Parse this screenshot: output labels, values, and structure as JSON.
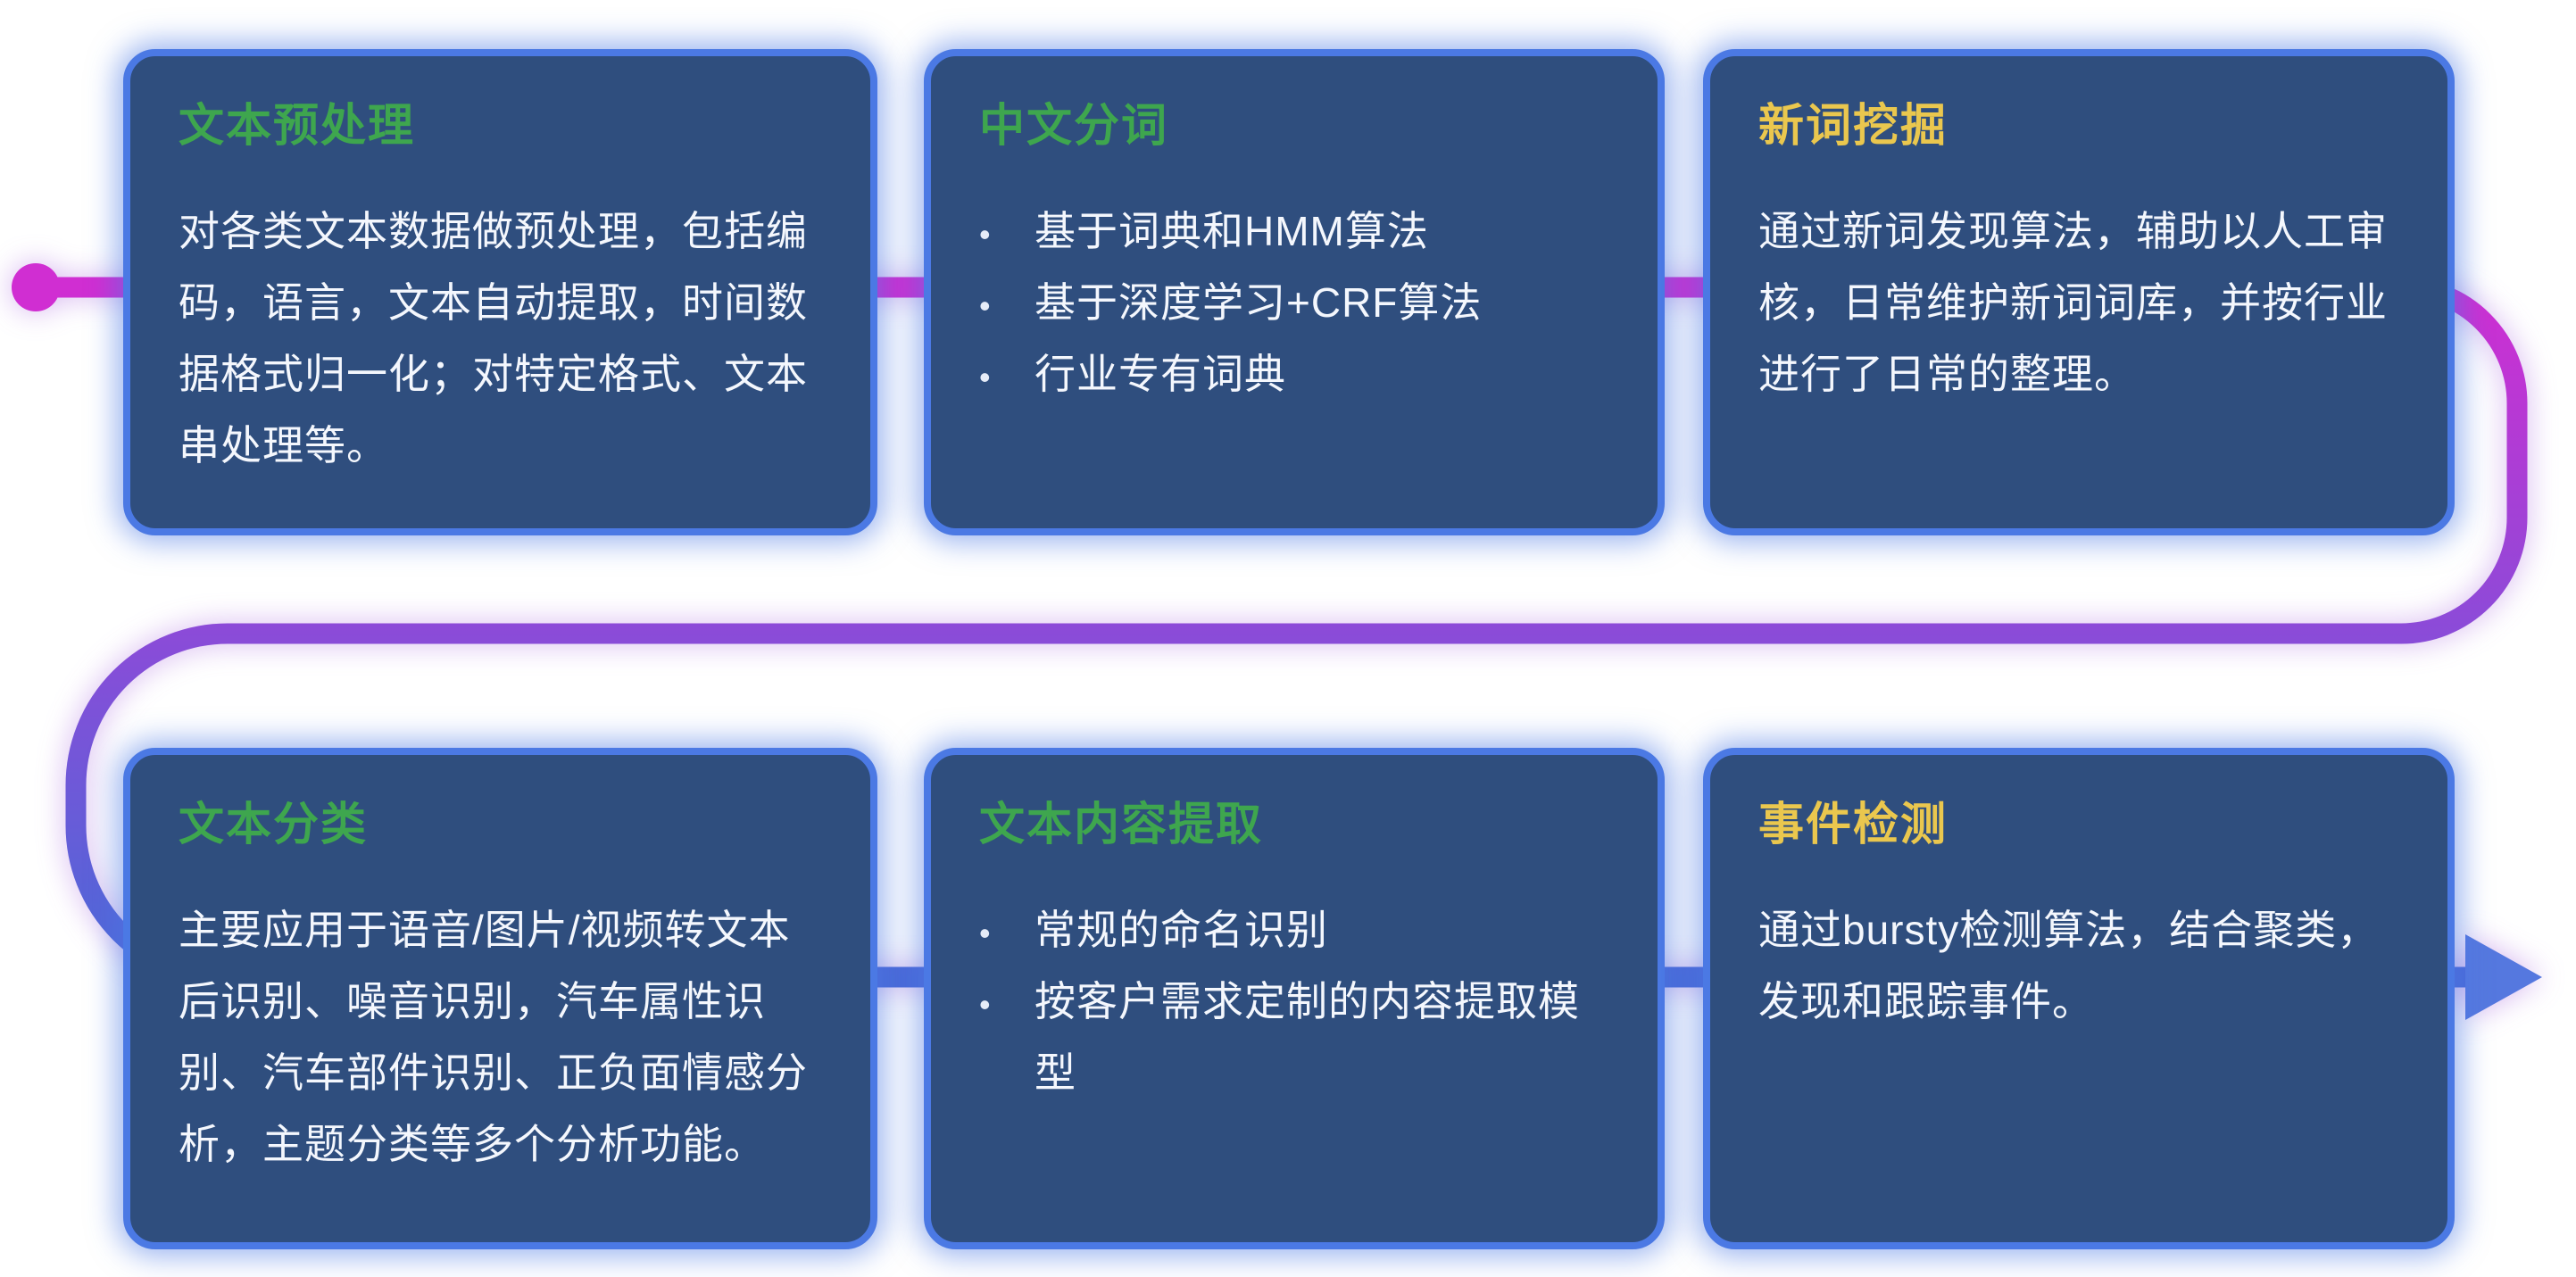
{
  "colors": {
    "card_bg": "#2f4e7e",
    "card_border": "#4b79e4",
    "title_green": "#3ea64e",
    "title_yellow": "#eac74e",
    "body_text": "#f4f7fd",
    "flow_magenta": "#d02ed2",
    "flow_purple": "#8b4bd8",
    "flow_blue": "#4a6ad8",
    "arrow_blue": "#5578df"
  },
  "glyphs": {
    "bullet": "•"
  },
  "cards": [
    {
      "id": "text-preprocessing",
      "title": "文本预处理",
      "title_color": "green",
      "type": "paragraph",
      "body": "对各类文本数据做预处理，包括编码，语言，文本自动提取，时间数据格式归一化；对特定格式、文本串处理等。"
    },
    {
      "id": "chinese-word-segmentation",
      "title": "中文分词",
      "title_color": "green",
      "type": "bullets",
      "bullets": [
        "基于词典和HMM算法",
        "基于深度学习+CRF算法",
        "行业专有词典"
      ]
    },
    {
      "id": "new-word-mining",
      "title": "新词挖掘",
      "title_color": "yellow",
      "type": "paragraph",
      "body": "通过新词发现算法，辅助以人工审核，日常维护新词词库，并按行业进行了日常的整理。"
    },
    {
      "id": "text-classification",
      "title": "文本分类",
      "title_color": "green",
      "type": "paragraph",
      "body": "主要应用于语音/图片/视频转文本后识别、噪音识别，汽车属性识别、汽车部件识别、正负面情感分析，主题分类等多个分析功能。"
    },
    {
      "id": "text-content-extraction",
      "title": "文本内容提取",
      "title_color": "green",
      "type": "bullets",
      "bullets": [
        "常规的命名识别",
        "按客户需求定制的内容提取模型"
      ]
    },
    {
      "id": "event-detection",
      "title": "事件检测",
      "title_color": "yellow",
      "type": "paragraph",
      "body": "通过bursty检测算法，结合聚类，发现和跟踪事件。"
    }
  ]
}
